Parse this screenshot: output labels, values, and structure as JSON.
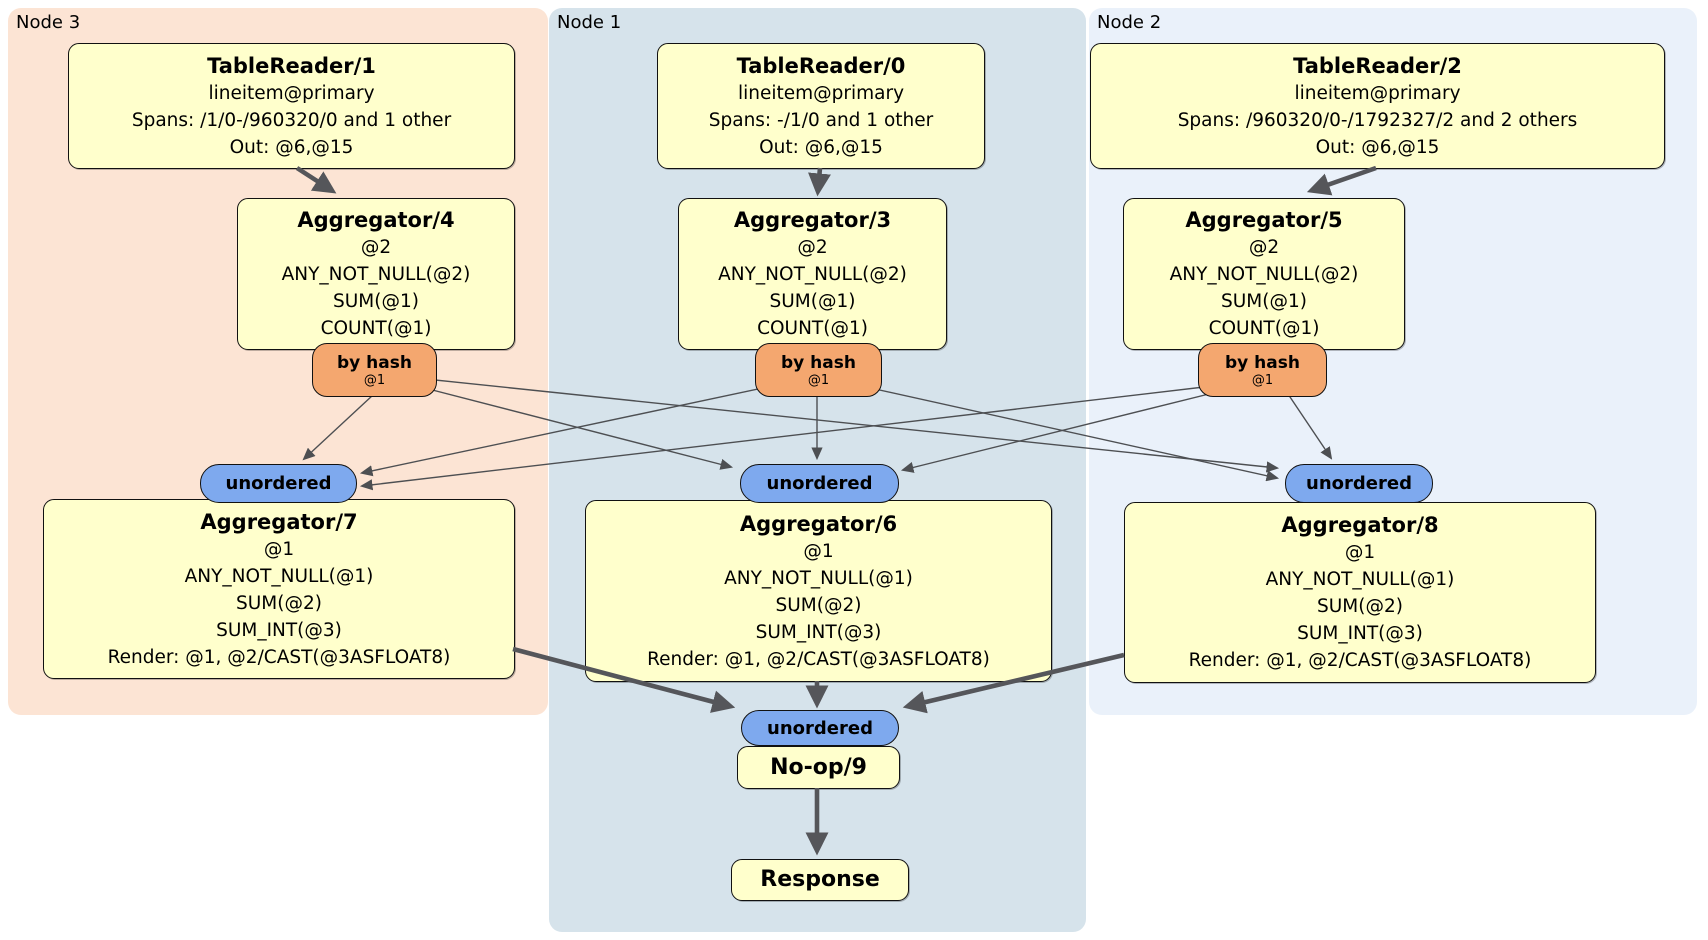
{
  "regions": {
    "node3": {
      "label": "Node 3"
    },
    "node1": {
      "label": "Node 1"
    },
    "node2": {
      "label": "Node 2"
    }
  },
  "processors": {
    "tr1": {
      "title": "TableReader/1",
      "lines": [
        "lineitem@primary",
        "Spans: /1/0-/960320/0 and 1 other",
        "Out: @6,@15"
      ]
    },
    "tr0": {
      "title": "TableReader/0",
      "lines": [
        "lineitem@primary",
        "Spans: -/1/0 and 1 other",
        "Out: @6,@15"
      ]
    },
    "tr2": {
      "title": "TableReader/2",
      "lines": [
        "lineitem@primary",
        "Spans: /960320/0-/1792327/2 and 2 others",
        "Out: @6,@15"
      ]
    },
    "agg4": {
      "title": "Aggregator/4",
      "lines": [
        "@2",
        "ANY_NOT_NULL(@2)",
        "SUM(@1)",
        "COUNT(@1)"
      ]
    },
    "agg3": {
      "title": "Aggregator/3",
      "lines": [
        "@2",
        "ANY_NOT_NULL(@2)",
        "SUM(@1)",
        "COUNT(@1)"
      ]
    },
    "agg5": {
      "title": "Aggregator/5",
      "lines": [
        "@2",
        "ANY_NOT_NULL(@2)",
        "SUM(@1)",
        "COUNT(@1)"
      ]
    },
    "agg7": {
      "title": "Aggregator/7",
      "lines": [
        "@1",
        "ANY_NOT_NULL(@1)",
        "SUM(@2)",
        "SUM_INT(@3)",
        "Render: @1, @2/CAST(@3ASFLOAT8)"
      ]
    },
    "agg6": {
      "title": "Aggregator/6",
      "lines": [
        "@1",
        "ANY_NOT_NULL(@1)",
        "SUM(@2)",
        "SUM_INT(@3)",
        "Render: @1, @2/CAST(@3ASFLOAT8)"
      ]
    },
    "agg8": {
      "title": "Aggregator/8",
      "lines": [
        "@1",
        "ANY_NOT_NULL(@1)",
        "SUM(@2)",
        "SUM_INT(@3)",
        "Render: @1, @2/CAST(@3ASFLOAT8)"
      ]
    },
    "noop": {
      "title": "No-op/9"
    },
    "response": {
      "title": "Response"
    }
  },
  "routers": {
    "a": {
      "label": "by hash",
      "tag": "@1"
    },
    "b": {
      "label": "by hash",
      "tag": "@1"
    },
    "c": {
      "label": "by hash",
      "tag": "@1"
    }
  },
  "syncs": {
    "a": {
      "label": "unordered"
    },
    "b": {
      "label": "unordered"
    },
    "c": {
      "label": "unordered"
    },
    "d": {
      "label": "unordered"
    }
  },
  "colors": {
    "box_yellow": "#ffffcc",
    "badge_orange": "#f4a76f",
    "pill_blue": "#7ea9ee",
    "node1_bg": "#d6e3eb",
    "node2_bg": "#eaf1fa",
    "node3_bg": "#fce4d4",
    "edge": "#4d4f52"
  }
}
